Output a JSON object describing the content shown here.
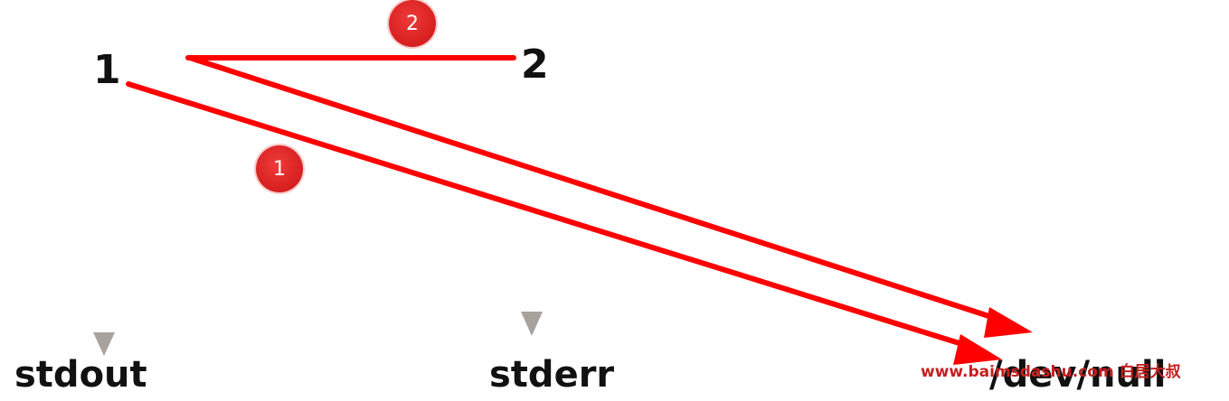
{
  "labels": {
    "fd_stdout": "1",
    "fd_stderr": "2",
    "stdout": "stdout",
    "stderr": "stderr",
    "devnull": "/dev/null"
  },
  "badges": {
    "step1": "1",
    "step2": "2"
  },
  "watermark": "www.baimsdashu.com 白居大叔",
  "colors": {
    "arrow_red": "#ff0000",
    "arrow_gray": "#b5b0ab",
    "badge_red": "#d61f1f",
    "text": "#111111"
  }
}
